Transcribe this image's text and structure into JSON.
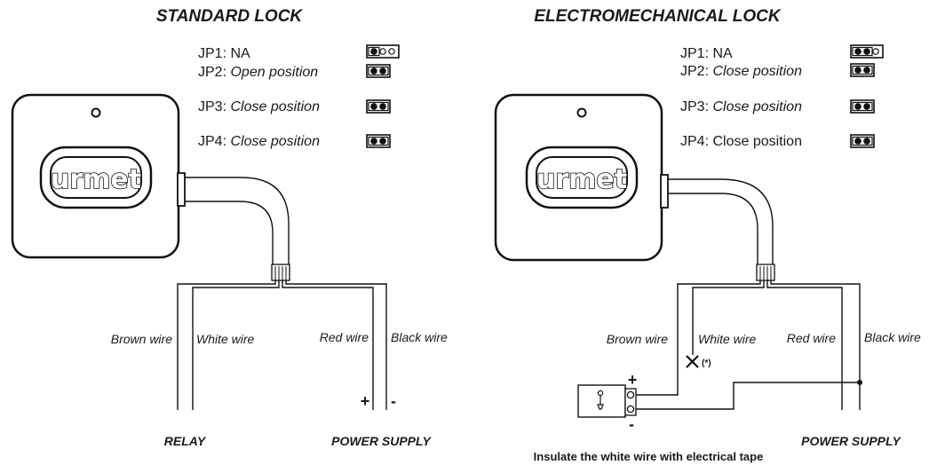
{
  "left": {
    "title": "STANDARD LOCK",
    "jumpers": [
      {
        "label": "JP1:",
        "setting": "NA",
        "italic": false,
        "pins": 3,
        "filled": [
          0
        ]
      },
      {
        "label": "JP2:",
        "setting": "Open position",
        "italic": true,
        "pins": 2,
        "filled": [
          0,
          1
        ]
      },
      {
        "label": "JP3:",
        "setting": "Close position",
        "italic": true,
        "pins": 2,
        "filled": [
          0,
          1
        ]
      },
      {
        "label": "JP4:",
        "setting": "Close position",
        "italic": true,
        "pins": 2,
        "filled": [
          0,
          1
        ]
      }
    ],
    "wires": {
      "brown": "Brown wire",
      "white": "White wire",
      "red": "Red wire",
      "black": "Black wire"
    },
    "plus": "+",
    "minus": "-",
    "relay": "RELAY",
    "power": "POWER SUPPLY",
    "logo": "urmet"
  },
  "right": {
    "title": "ELECTROMECHANICAL LOCK",
    "jumpers": [
      {
        "label": "JP1:",
        "setting": "NA",
        "italic": false,
        "pins": 3,
        "filled": [
          0,
          1
        ]
      },
      {
        "label": "JP2:",
        "setting": "Close position",
        "italic": true,
        "pins": 2,
        "filled": [
          0,
          1
        ]
      },
      {
        "label": "JP3:",
        "setting": "Close position",
        "italic": true,
        "pins": 2,
        "filled": [
          0,
          1
        ]
      },
      {
        "label": "JP4:",
        "setting": "Close position",
        "italic": false,
        "pins": 2,
        "filled": [
          0,
          1
        ]
      }
    ],
    "wires": {
      "brown": "Brown wire",
      "white": "White wire",
      "red": "Red wire",
      "black": "Black wire"
    },
    "cut_mark": "(*)",
    "plus": "+",
    "minus": "-",
    "power": "POWER SUPPLY",
    "note": "Insulate the white wire with electrical tape",
    "logo": "urmet"
  }
}
